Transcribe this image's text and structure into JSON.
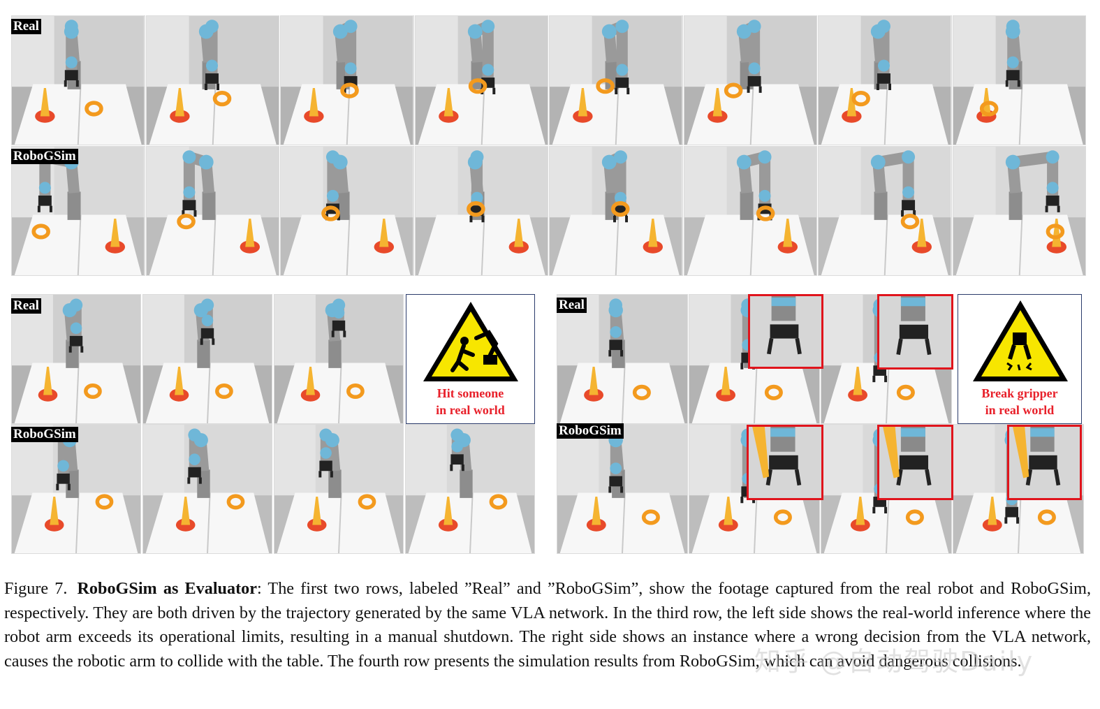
{
  "labels": {
    "real": "Real",
    "robogsim": "RoboGSim"
  },
  "warnings": [
    {
      "line1": "Hit someone",
      "line2": "in real world",
      "icon": "person-hit-by-robot-icon"
    },
    {
      "line1": "Break gripper",
      "line2": "in real world",
      "icon": "broken-gripper-icon"
    }
  ],
  "caption": {
    "figure": "Figure 7.",
    "title": "RoboGSim as Evaluator",
    "text": ": The first two rows, labeled ”Real” and ”RoboGSim”, show the footage captured from the real robot and RoboGSim, respectively. They are both driven by the trajectory generated by the same VLA network. In the third row, the left side shows the real-world inference where the robot arm exceeds its operational limits, resulting in a manual shutdown. The right side shows an instance where a wrong decision from the VLA network, causes the robotic arm to collide with the table. The fourth row presents the simulation results from RoboGSim, which can avoid dangerous collisions."
  },
  "watermark": "知乎 @自动驾驶Daily",
  "colors": {
    "warning_text": "#e8202a",
    "highlight_box": "#e0141c",
    "sign_yellow": "#f7e600",
    "ring_orange": "#f39a1e",
    "cone_red": "#e84a2a",
    "arm_blue": "#6fb7d8"
  }
}
